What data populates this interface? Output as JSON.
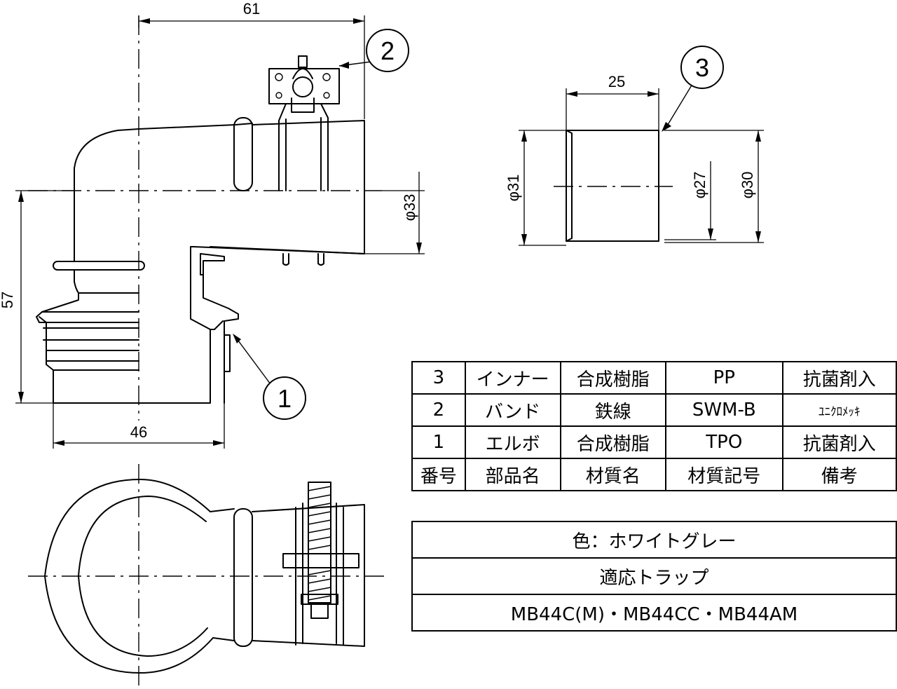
{
  "dimensions": {
    "width_61": "61",
    "width_46": "46",
    "height_57": "57",
    "dia_33": "φ33",
    "inner_length_25": "25",
    "dia_31": "φ31",
    "dia_27": "φ27",
    "dia_30": "φ30"
  },
  "balloons": [
    "1",
    "2",
    "3"
  ],
  "parts_table": {
    "rows": [
      {
        "no": "3",
        "name": "インナー",
        "material": "合成樹脂",
        "code": "PP",
        "note": "抗菌剤入"
      },
      {
        "no": "2",
        "name": "バンド",
        "material": "鉄線",
        "code": "SWM-B",
        "note": "ﾕﾆｸﾛﾒｯｷ"
      },
      {
        "no": "1",
        "name": "エルボ",
        "material": "合成樹脂",
        "code": "TPO",
        "note": "抗菌剤入"
      }
    ],
    "header": {
      "no": "番号",
      "name": "部品名",
      "material": "材質名",
      "code": "材質記号",
      "note": "備考"
    }
  },
  "info_table": {
    "color": "色：ホワイトグレー",
    "trap_label": "適応トラップ",
    "trap_models": "MB44C(M)・MB44CC・MB44AM"
  }
}
